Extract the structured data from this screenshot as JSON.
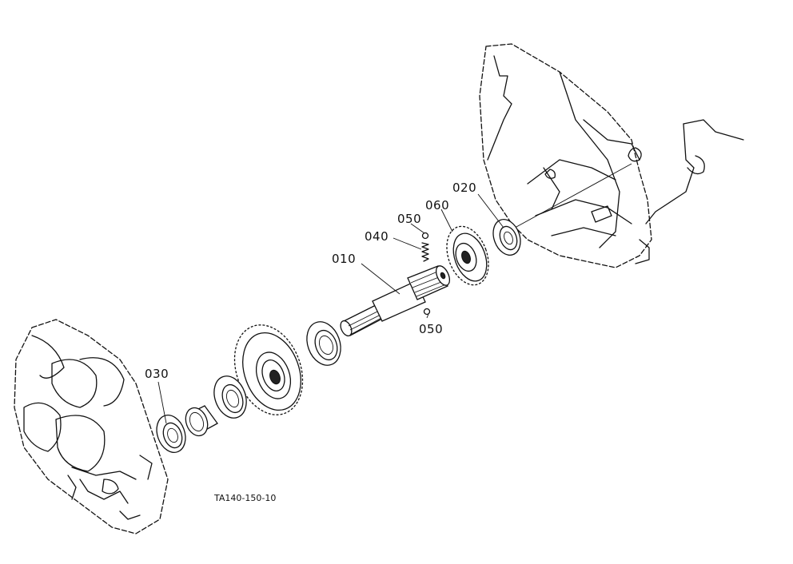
{
  "figure": {
    "reference": "TA140-150-10"
  },
  "parts": [
    {
      "id": "010"
    },
    {
      "id": "020"
    },
    {
      "id": "030"
    },
    {
      "id": "040"
    },
    {
      "id": "050_top",
      "text": "050"
    },
    {
      "id": "050_bottom",
      "text": "050"
    },
    {
      "id": "060"
    }
  ],
  "labels": {
    "p010": "010",
    "p020": "020",
    "p030": "030",
    "p040": "040",
    "p050a": "050",
    "p050b": "050",
    "p060": "060"
  }
}
